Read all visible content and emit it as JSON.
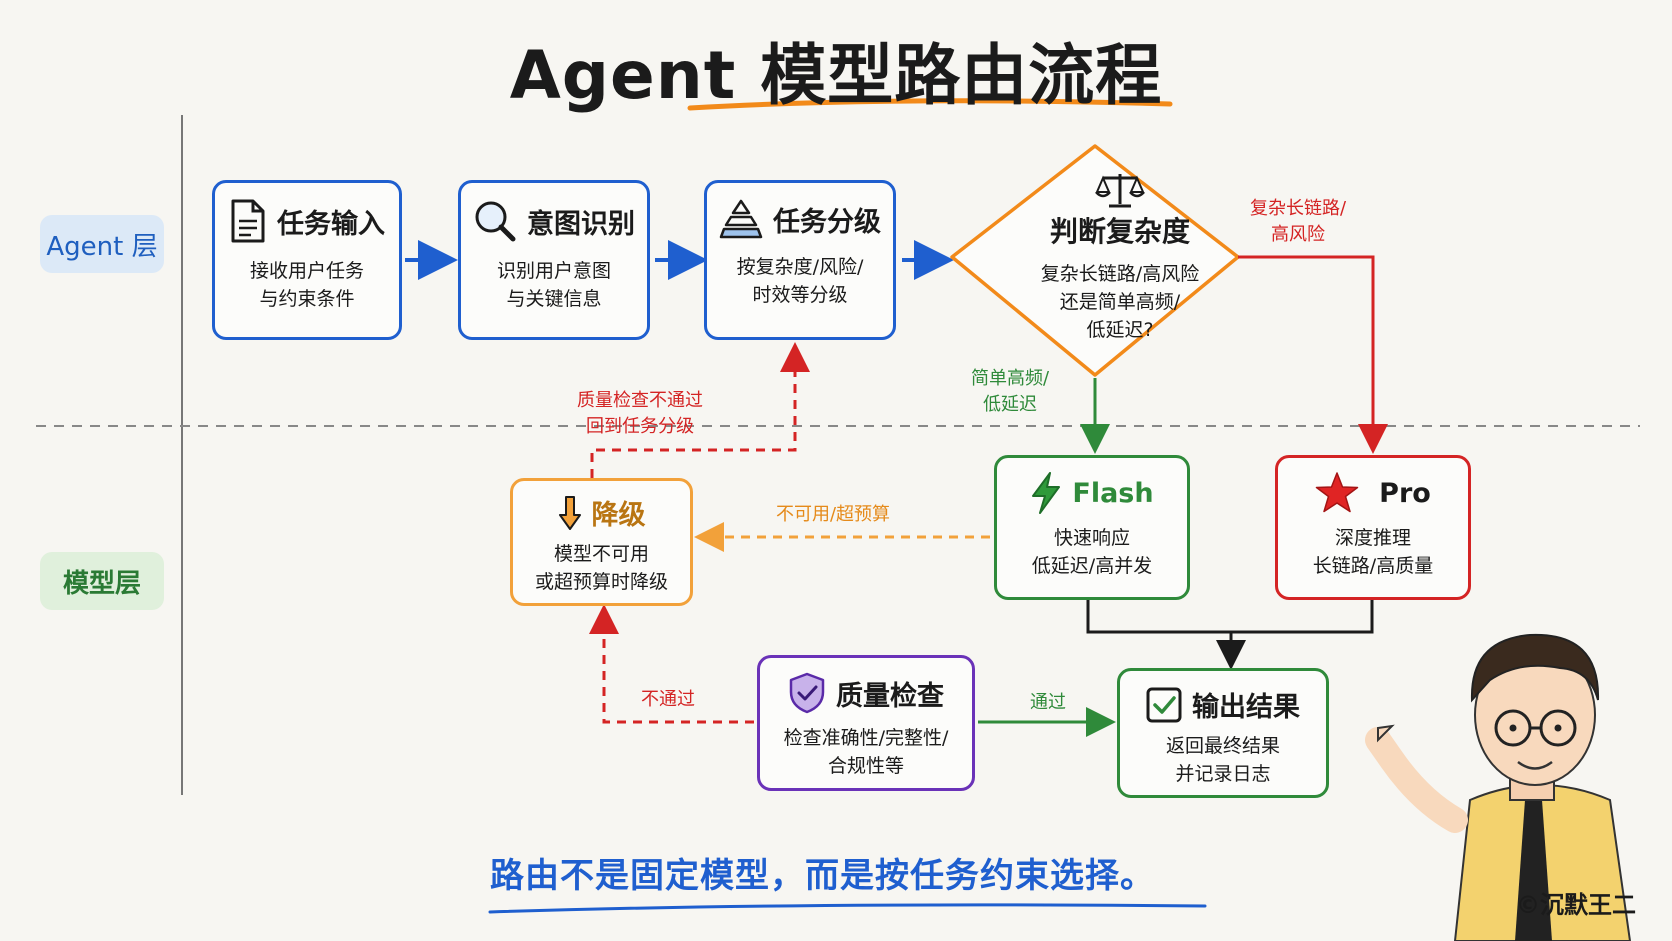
{
  "title": "Agent 模型路由流程",
  "lanes": {
    "agent": "Agent 层",
    "model": "模型层"
  },
  "nodes": {
    "task_input": {
      "title": "任务输入",
      "desc1": "接收用户任务",
      "desc2": "与约束条件"
    },
    "intent": {
      "title": "意图识别",
      "desc1": "识别用户意图",
      "desc2": "与关键信息"
    },
    "grading": {
      "title": "任务分级",
      "desc1": "按复杂度/风险/",
      "desc2": "时效等分级"
    },
    "judge": {
      "title": "判断复杂度",
      "desc1": "复杂长链路/高风险",
      "desc2": "还是简单高频/",
      "desc3": "低延迟?"
    },
    "flash": {
      "title": "Flash",
      "desc1": "快速响应",
      "desc2": "低延迟/高并发"
    },
    "pro": {
      "title": "Pro",
      "desc1": "深度推理",
      "desc2": "长链路/高质量"
    },
    "downgrade": {
      "title": "降级",
      "desc1": "模型不可用",
      "desc2": "或超预算时降级"
    },
    "qc": {
      "title": "质量检查",
      "desc1": "检查准确性/完整性/",
      "desc2": "合规性等"
    },
    "output": {
      "title": "输出结果",
      "desc1": "返回最终结果",
      "desc2": "并记录日志"
    }
  },
  "edges": {
    "complex_1": "复杂长链路/",
    "complex_2": "高风险",
    "simple_1": "简单高频/",
    "simple_2": "低延迟",
    "qc_fail_back_1": "质量检查不通过",
    "qc_fail_back_2": "回到任务分级",
    "unavailable": "不可用/超预算",
    "fail": "不通过",
    "pass": "通过"
  },
  "footer": "路由不是固定模型，而是按任务约束选择。",
  "copyright": "©沉默王二",
  "colors": {
    "blue": "#1f5fcf",
    "green": "#2f8a3a",
    "red": "#d42424",
    "orange": "#f2a13a",
    "purple": "#6a32b8",
    "gold": "#b97512"
  }
}
